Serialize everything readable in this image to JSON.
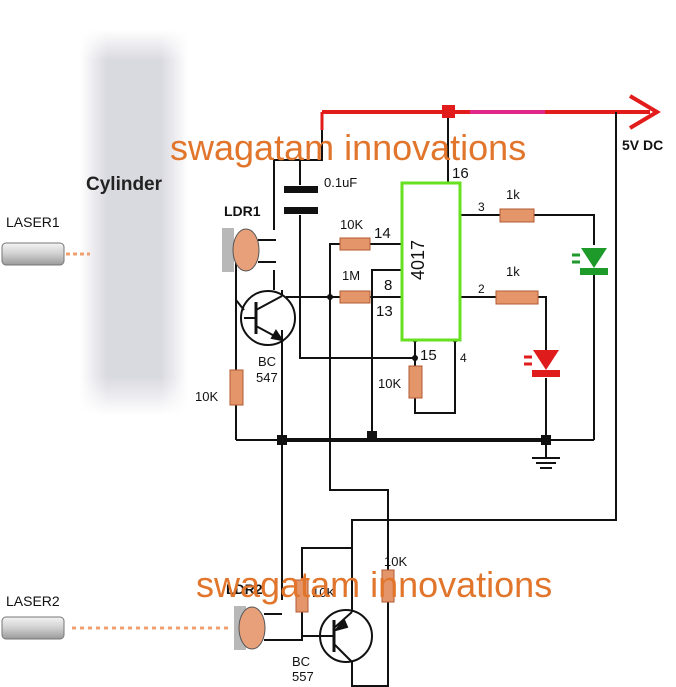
{
  "watermark": "swagatam innovations",
  "cylinder_label": "Cylinder",
  "laser1_label": "LASER1",
  "laser2_label": "LASER2",
  "supply_label": "5V DC",
  "ic": {
    "name": "4017",
    "pins": {
      "p16": "16",
      "p14": "14",
      "p8": "8",
      "p13": "13",
      "p15": "15",
      "p4": "4",
      "p3": "3",
      "p2": "2"
    }
  },
  "components": {
    "c1": "0.1uF",
    "r_pin14": "10K",
    "r_pin13": "1M",
    "r_pin3": "1k",
    "r_pin2": "1k",
    "r_pin15": "10K",
    "r_q1": "10K",
    "r_q2_base": "10K",
    "r_q2_right": "10K",
    "ldr1": "LDR1",
    "ldr2": "LDR2",
    "q1_type": "BC",
    "q1_num": "547",
    "q2_type": "BC",
    "q2_num": "557"
  },
  "colors": {
    "wire": "#111111",
    "supply": "#e21b1b",
    "supply_tail": "#e0268a",
    "ic_border": "#66e01f",
    "resistor": "#e4956a",
    "ldr": "#e8a07a",
    "led_green": "#1e9a2a",
    "led_red": "#e01b1b",
    "watermark": "#e0752b",
    "cylinder": "#d6d6de"
  }
}
